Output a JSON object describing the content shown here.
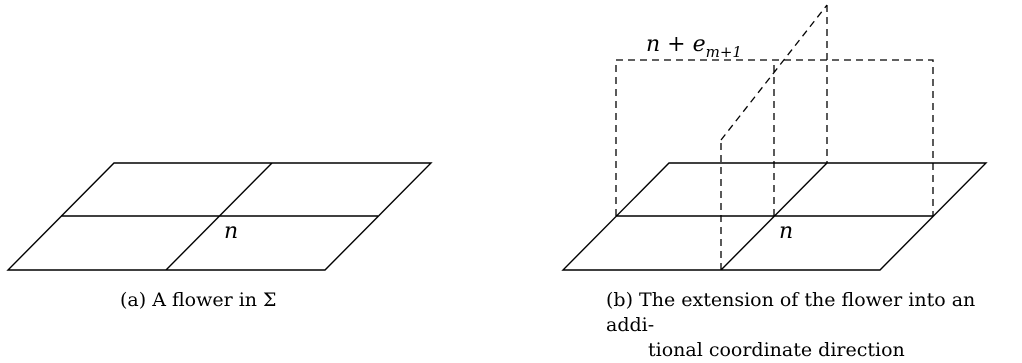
{
  "panel_a": {
    "center_label": "n",
    "caption": {
      "tag": "(a)",
      "text": "A flower in Σ"
    }
  },
  "panel_b": {
    "center_label": "n",
    "top_label": {
      "base": "n + e",
      "subscript": "m+1"
    },
    "caption": {
      "tag": "(b)",
      "line1": "The extension of the flower into an addi-",
      "line2": "tional coordinate direction"
    }
  }
}
